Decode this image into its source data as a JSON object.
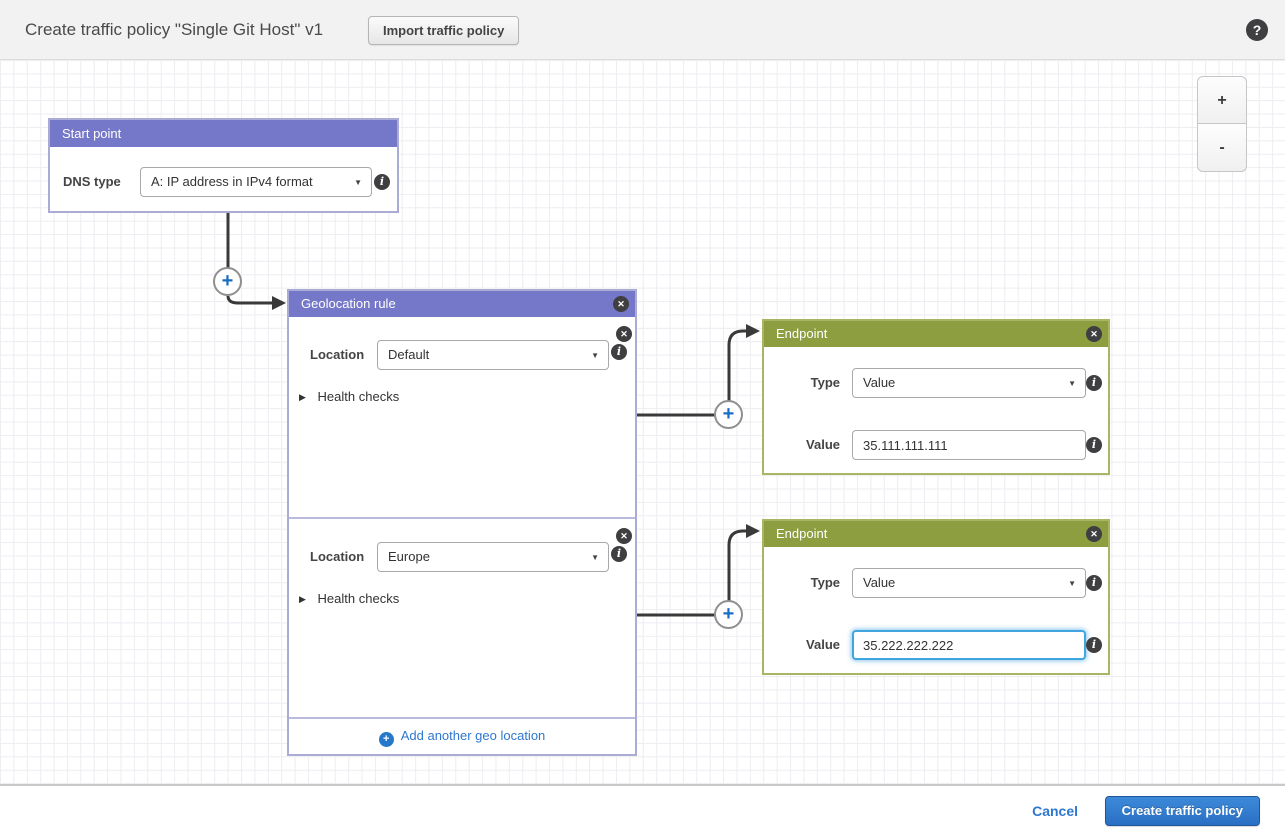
{
  "header": {
    "title": "Create traffic policy \"Single Git Host\" v1",
    "import_button": "Import traffic policy"
  },
  "icons": {
    "help": "?",
    "close": "✕",
    "info": "i",
    "caret": "▼",
    "expander": "▶",
    "plus": "+",
    "minus": "-"
  },
  "canvas": {
    "zoom_controls": {
      "zoom_in": "+",
      "zoom_out": "-"
    },
    "start_point": {
      "title": "Start point",
      "dns_type_label": "DNS type",
      "dns_type_value": "A: IP address in IPv4 format"
    },
    "geolocation_rule": {
      "title": "Geolocation rule",
      "locations": [
        {
          "label": "Location",
          "value": "Default",
          "health_checks": "Health checks"
        },
        {
          "label": "Location",
          "value": "Europe",
          "health_checks": "Health checks"
        }
      ],
      "add_link": "Add another geo location"
    },
    "endpoints": [
      {
        "title": "Endpoint",
        "type_label": "Type",
        "type_value": "Value",
        "value_label": "Value",
        "value": "35.111.111.111"
      },
      {
        "title": "Endpoint",
        "type_label": "Type",
        "type_value": "Value",
        "value_label": "Value",
        "value": "35.222.222.222"
      }
    ]
  },
  "footer": {
    "cancel": "Cancel",
    "create": "Create traffic policy"
  },
  "colors": {
    "rule_purple": "#7577c8",
    "endpoint_green": "#8d9e41",
    "link_blue": "#2e77d0",
    "primary_button_blue": "#2f7dd1",
    "wire": "#3a3a3a"
  }
}
